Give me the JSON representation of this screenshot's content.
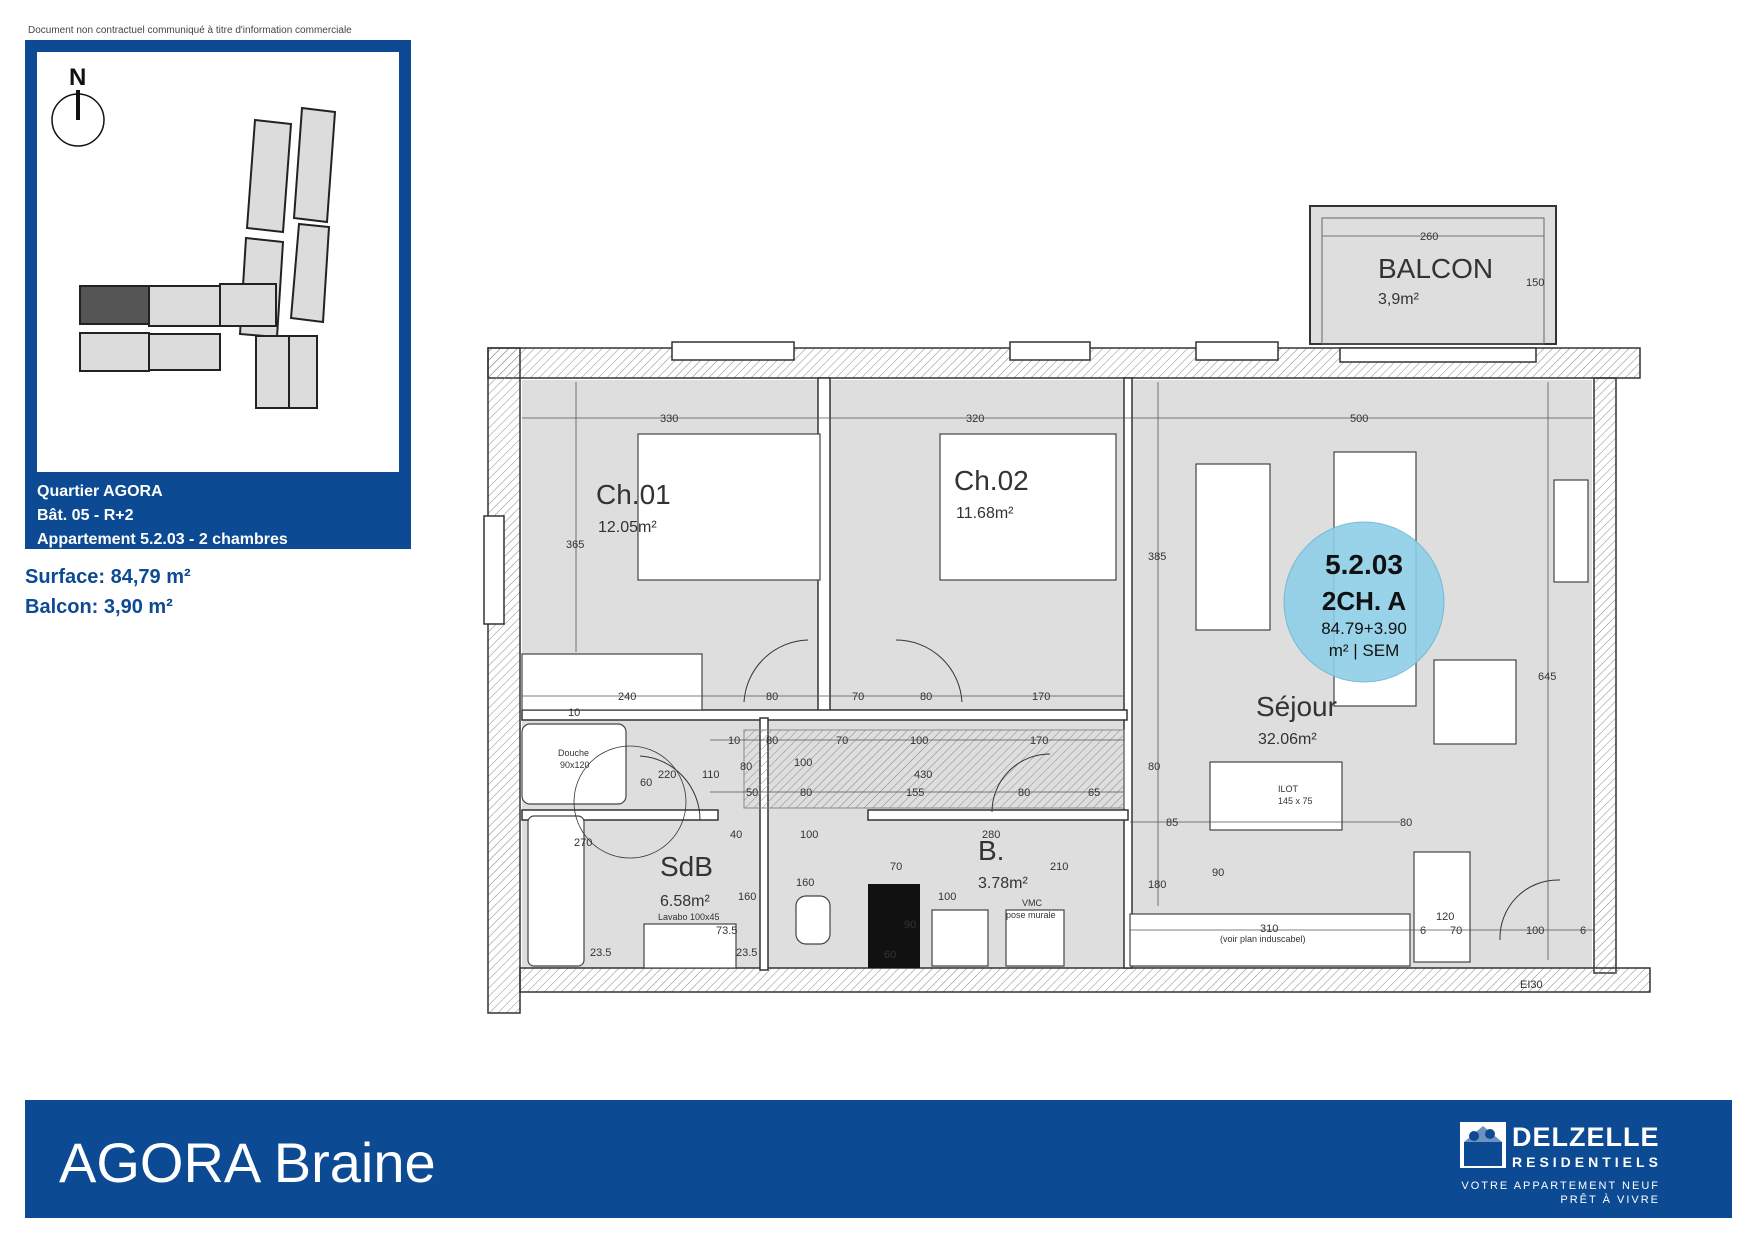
{
  "disclaimer": "Document non contractuel communiqué à titre d'information commerciale",
  "keyplan": {
    "north": "N",
    "lines": [
      "Quartier AGORA",
      "Bât. 05 - R+2",
      "Appartement 5.2.03 - 2 chambres"
    ]
  },
  "summary": {
    "surface": "Surface: 84,79 m²",
    "balcony": "Balcon: 3,90 m²"
  },
  "rooms": {
    "ch01": {
      "name": "Ch.01",
      "area": "12.05m²"
    },
    "ch02": {
      "name": "Ch.02",
      "area": "11.68m²"
    },
    "sejour": {
      "name": "Séjour",
      "area": "32.06m²"
    },
    "sdb": {
      "name": "SdB",
      "area": "6.58m²"
    },
    "b": {
      "name": "B.",
      "area": "3.78m²"
    },
    "balcon": {
      "name": "BALCON",
      "area": "3,9m²"
    }
  },
  "unit_badge": {
    "id": "5.2.03",
    "type": "2CH. A",
    "area": "84.79+3.90",
    "unit": "m² | SEM",
    "color": "#8fcfe8"
  },
  "fixtures": {
    "douche": "Douche",
    "douche_size": "90x120",
    "lavabo": "Lavabo 100x45",
    "ilot": "ILOT",
    "ilot_size": "145 x 75",
    "vmc": "VMC",
    "vmc_sub": "pose murale",
    "cuisine": "(voir plan induscabel)",
    "ei30": "EI30"
  },
  "dimensions": {
    "d330": "330",
    "d320": "320",
    "d500": "500",
    "d260": "260",
    "d150": "150",
    "d365": "365",
    "d385": "385",
    "d645": "645",
    "d240": "240",
    "d80a": "80",
    "d70a": "70",
    "d80b": "80",
    "d170a": "170",
    "d10a": "10",
    "d10b": "10",
    "d80c": "80",
    "d70b": "70",
    "d100a": "100",
    "d170b": "170",
    "d430": "430",
    "d110": "110",
    "d80d": "80",
    "d100b": "100",
    "d220": "220",
    "d60a": "60",
    "d50": "50",
    "d80e": "80",
    "d155": "155",
    "d80f": "80",
    "d65": "65",
    "d40": "40",
    "d100c": "100",
    "d280": "280",
    "d270": "270",
    "d70c": "70",
    "d210": "210",
    "d160a": "160",
    "d160b": "160",
    "d100d": "100",
    "d90a": "90",
    "d60b": "60",
    "d73": "73.5",
    "d23a": "23.5",
    "d23b": "23.5",
    "d80g": "80",
    "d180": "180",
    "d85": "85",
    "d90b": "90",
    "d80h": "80",
    "d310": "310",
    "d120": "120",
    "d70d": "70",
    "d100e": "100",
    "d6a": "6",
    "d6b": "6"
  },
  "footer": {
    "title": "AGORA Braine",
    "brand": "DELZELLE",
    "brand_sub": "RESIDENTIELS",
    "tagline1": "VOTRE APPARTEMENT NEUF",
    "tagline2": "PRÊT À VIVRE",
    "color": "#0d4a94"
  }
}
